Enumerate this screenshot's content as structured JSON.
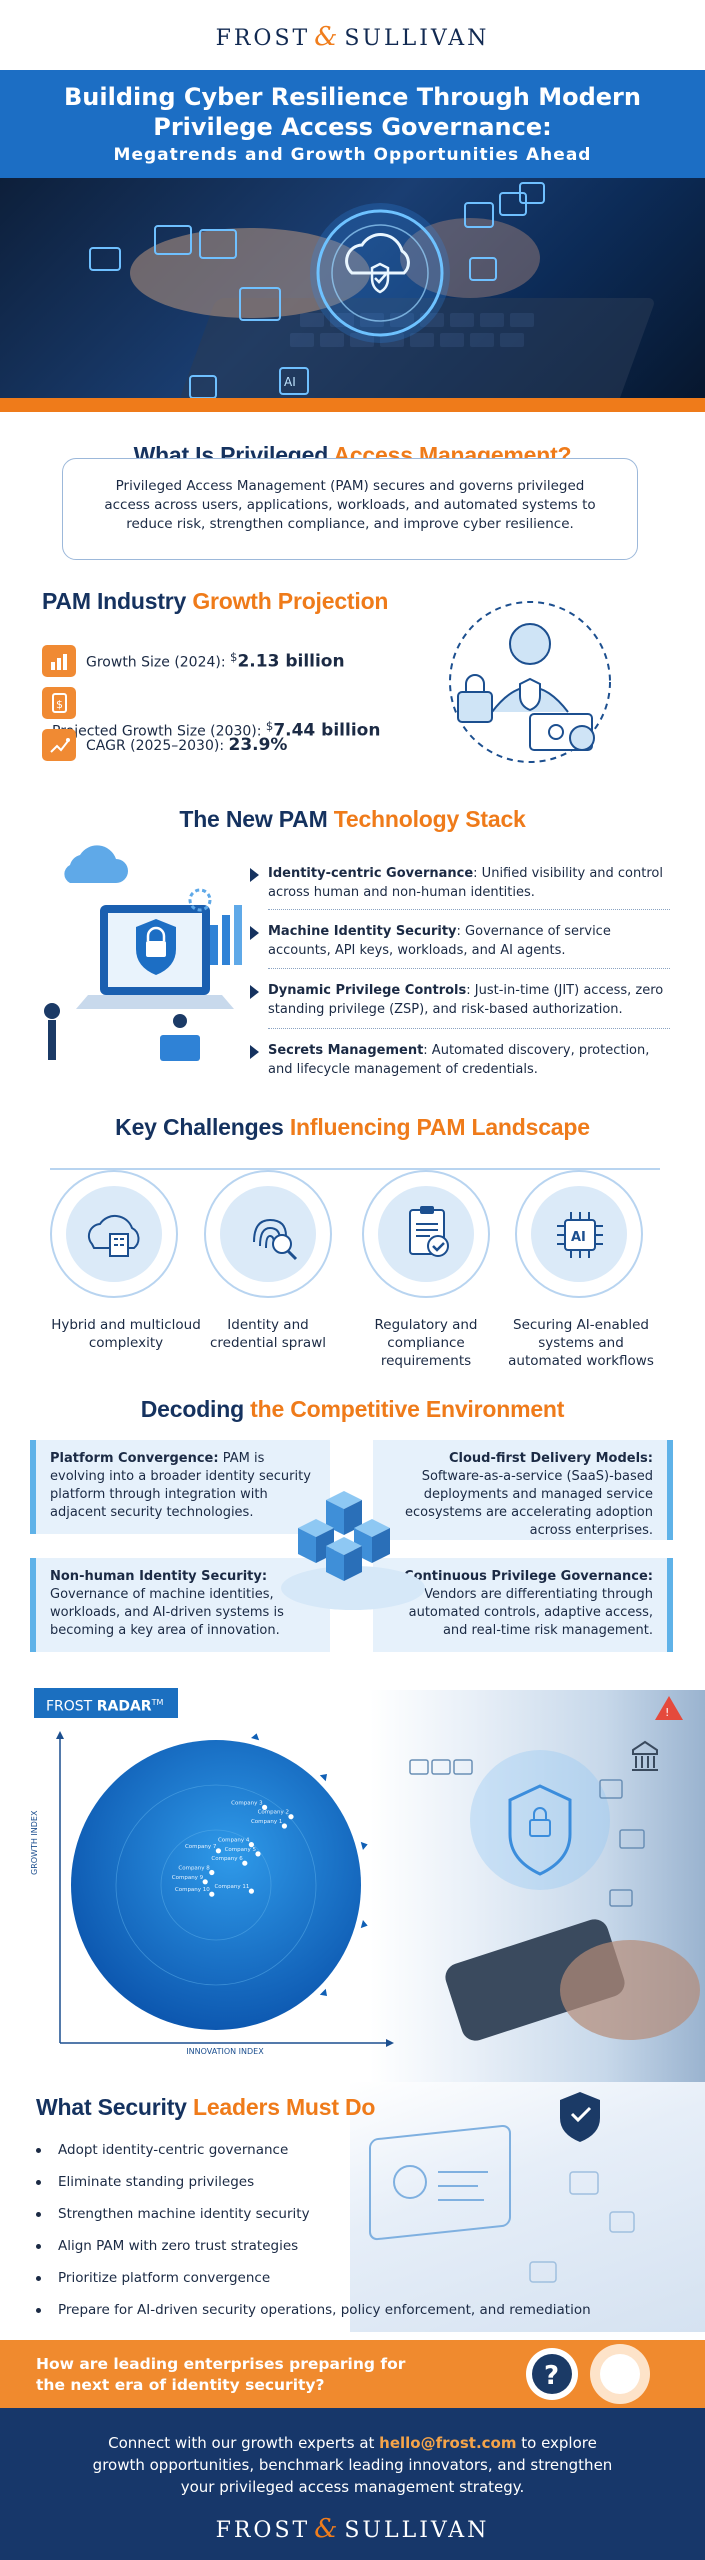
{
  "brand": {
    "left": "FROST",
    "amp": "&",
    "right": "SULLIVAN"
  },
  "title": {
    "line1": "Building Cyber Resilience Through Modern",
    "line2": "Privilege Access Governance:",
    "subtitle": "Megatrends and Growth Opportunities Ahead"
  },
  "what_is": {
    "title_a": "What Is Privileged ",
    "title_b": "Access Management?",
    "body": "Privileged Access Management (PAM) secures and governs privileged access across users, applications, workloads, and automated systems to reduce risk, strengthen compliance, and improve cyber resilience."
  },
  "growth": {
    "title_a": "PAM Industry ",
    "title_b": "Growth Projection",
    "stats": [
      {
        "label": "Growth Size (2024): ",
        "sup": "$",
        "value": "2.13 billion",
        "icon": "bar-chart-icon"
      },
      {
        "label": "Projected Growth Size (2030): ",
        "sup": "$",
        "value": "7.44 billion",
        "icon": "dollar-document-icon"
      },
      {
        "label": "CAGR (2025–2030): ",
        "sup": "",
        "value": "23.9%",
        "icon": "growth-hand-icon"
      }
    ]
  },
  "stack": {
    "title_a": "The New PAM ",
    "title_b": "Technology Stack",
    "items": [
      {
        "bold": "Identity-centric Governance",
        "text": ": Unified visibility and control across human and non-human identities."
      },
      {
        "bold": "Machine Identity Security",
        "text": ": Governance of service accounts, API keys, workloads, and AI agents."
      },
      {
        "bold": "Dynamic Privilege Controls",
        "text": ": Just-in-time (JIT) access, zero standing privilege (ZSP), and risk-based authorization."
      },
      {
        "bold": "Secrets Management",
        "text": ": Automated discovery, protection, and lifecycle management of credentials."
      }
    ]
  },
  "challenges": {
    "title_a": "Key Challenges ",
    "title_b": "Influencing PAM Landscape",
    "items": [
      {
        "label": "Hybrid and multicloud complexity",
        "icon": "cloud-building-icon"
      },
      {
        "label": "Identity and credential sprawl",
        "icon": "fingerprint-search-icon"
      },
      {
        "label": "Regulatory and compliance requirements",
        "icon": "clipboard-check-icon"
      },
      {
        "label": "Securing AI-enabled systems and automated workflows",
        "icon": "ai-chip-icon"
      }
    ]
  },
  "competitive": {
    "title_a": "Decoding ",
    "title_b": "the Competitive Environment",
    "left": [
      {
        "bold": "Platform Convergence:",
        "text": " PAM is evolving into a broader identity security platform through integration with adjacent security technologies."
      },
      {
        "bold": "Non-human Identity Security:",
        "text": " Governance of machine identities, workloads, and AI-driven systems is becoming a key area of innovation."
      }
    ],
    "right": [
      {
        "bold": "Cloud-first Delivery Models:",
        "text": " Software-as-a-service (SaaS)-based deployments and managed service ecosystems are accelerating adoption across enterprises."
      },
      {
        "bold": "Continuous Privilege Governance:",
        "text": " Vendors are differentiating through automated controls, adaptive access, and real-time risk management."
      }
    ]
  },
  "radar": {
    "tag_a": "FROST ",
    "tag_b": "RADAR",
    "tag_tm": "TM",
    "y_axis": "GROWTH INDEX",
    "x_axis": "INNOVATION INDEX",
    "companies": [
      {
        "label": "Company 3",
        "x": 0.62,
        "y": 0.76
      },
      {
        "label": "Company 2",
        "x": 0.7,
        "y": 0.73
      },
      {
        "label": "Company 1",
        "x": 0.68,
        "y": 0.7
      },
      {
        "label": "Company 4",
        "x": 0.58,
        "y": 0.64
      },
      {
        "label": "Company 7",
        "x": 0.48,
        "y": 0.62
      },
      {
        "label": "Company 5",
        "x": 0.6,
        "y": 0.61
      },
      {
        "label": "Company 6",
        "x": 0.56,
        "y": 0.58
      },
      {
        "label": "Company 8",
        "x": 0.46,
        "y": 0.55
      },
      {
        "label": "Company 9",
        "x": 0.44,
        "y": 0.52
      },
      {
        "label": "Company 10",
        "x": 0.46,
        "y": 0.48
      },
      {
        "label": "Company 11",
        "x": 0.58,
        "y": 0.49
      }
    ]
  },
  "must_do": {
    "title_a": "What Security ",
    "title_b": "Leaders Must Do",
    "items": [
      "Adopt identity-centric governance",
      "Eliminate standing privileges",
      "Strengthen machine identity security",
      "Align PAM with zero trust strategies",
      "Prioritize platform convergence",
      "Prepare for AI-driven security operations, policy enforcement, and remediation"
    ]
  },
  "cta": {
    "question": "How are leading enterprises preparing for the next era of identity security?",
    "icon": "question-mark-icon"
  },
  "footer": {
    "text_a": "Connect with our growth experts at ",
    "email": "hello@frost.com",
    "text_b": " to explore growth opportunities, benchmark leading innovators, and strengthen your privileged access management strategy."
  },
  "colors": {
    "navy": "#15325f",
    "orange": "#ef7b1a",
    "blue": "#1c6ec4"
  }
}
